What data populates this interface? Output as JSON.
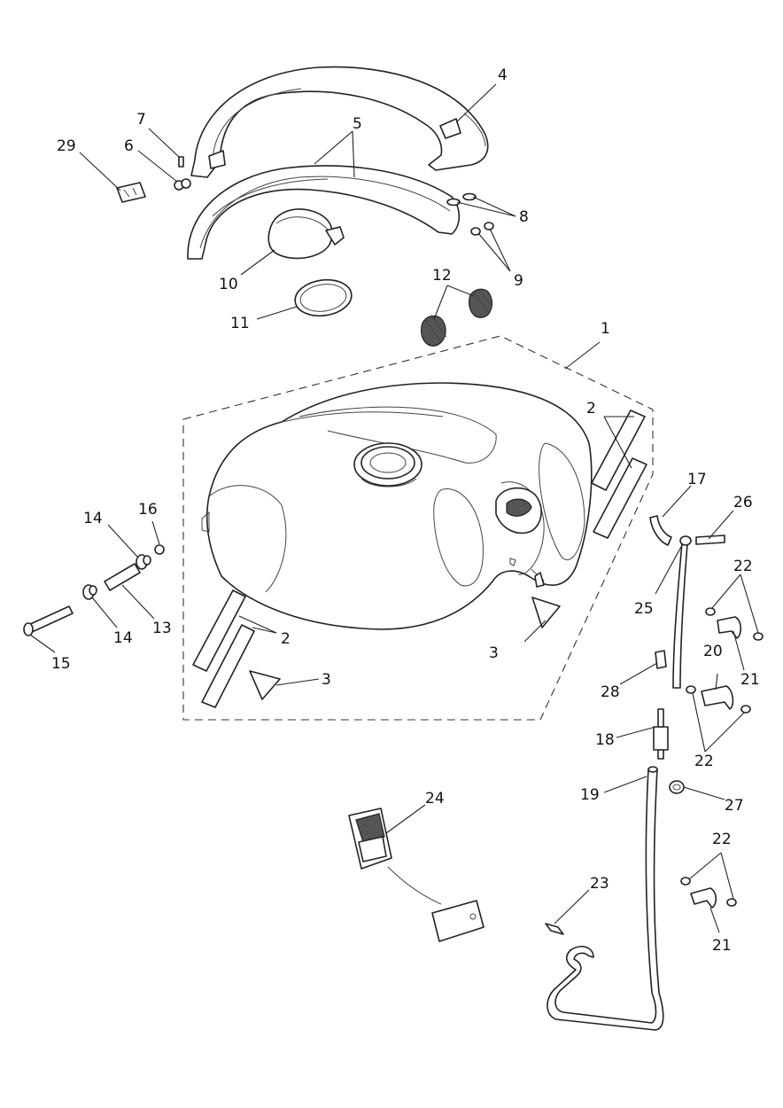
{
  "diagram": {
    "callouts": [
      {
        "id": "c1",
        "label": "1"
      },
      {
        "id": "c2a",
        "label": "2"
      },
      {
        "id": "c2b",
        "label": "2"
      },
      {
        "id": "c3a",
        "label": "3"
      },
      {
        "id": "c3b",
        "label": "3"
      },
      {
        "id": "c4",
        "label": "4"
      },
      {
        "id": "c5",
        "label": "5"
      },
      {
        "id": "c6",
        "label": "6"
      },
      {
        "id": "c7",
        "label": "7"
      },
      {
        "id": "c8",
        "label": "8"
      },
      {
        "id": "c9",
        "label": "9"
      },
      {
        "id": "c10",
        "label": "10"
      },
      {
        "id": "c11",
        "label": "11"
      },
      {
        "id": "c12",
        "label": "12"
      },
      {
        "id": "c13",
        "label": "13"
      },
      {
        "id": "c14a",
        "label": "14"
      },
      {
        "id": "c14b",
        "label": "14"
      },
      {
        "id": "c15",
        "label": "15"
      },
      {
        "id": "c16",
        "label": "16"
      },
      {
        "id": "c17",
        "label": "17"
      },
      {
        "id": "c18",
        "label": "18"
      },
      {
        "id": "c19",
        "label": "19"
      },
      {
        "id": "c20",
        "label": "20"
      },
      {
        "id": "c21a",
        "label": "21"
      },
      {
        "id": "c21b",
        "label": "21"
      },
      {
        "id": "c22a",
        "label": "22"
      },
      {
        "id": "c22b",
        "label": "22"
      },
      {
        "id": "c22c",
        "label": "22"
      },
      {
        "id": "c23",
        "label": "23"
      },
      {
        "id": "c24",
        "label": "24"
      },
      {
        "id": "c25",
        "label": "25"
      },
      {
        "id": "c26",
        "label": "26"
      },
      {
        "id": "c27",
        "label": "27"
      },
      {
        "id": "c28",
        "label": "28"
      },
      {
        "id": "c29",
        "label": "29"
      }
    ]
  }
}
